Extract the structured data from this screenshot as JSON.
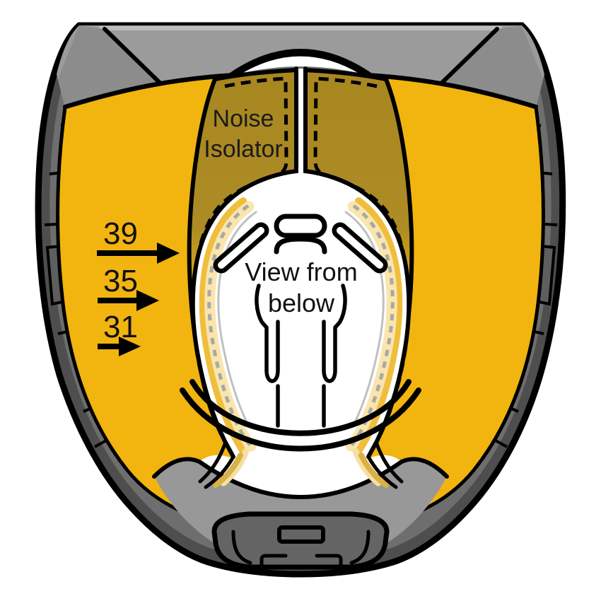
{
  "figure": {
    "name": "helmet-noise-isolator-bottom-view-diagram",
    "labels": {
      "noise_line1": "Noise",
      "noise_line2": "Isolator",
      "view_line1": "View from",
      "view_line2": "below"
    },
    "size_markers": [
      {
        "value": "39"
      },
      {
        "value": "35"
      },
      {
        "value": "31"
      }
    ],
    "colors": {
      "background": "#FFFFFF",
      "padding_yellow": "#F2B40F",
      "isolator_olive": "#AE8B22",
      "shell_top_gray": "#9B9B9B",
      "shell_rim_gray": "#6E6E6E",
      "shell_dark": "#4E4E4E",
      "chin_gray": "#989898",
      "chin_bar_gray": "#646464",
      "trim_cream": "#FAE5AC",
      "trim_gold": "#EFBE3D",
      "piping_gray": "#A8A8A8",
      "outline": "#000000",
      "text_dark": "#1B1B1B"
    }
  }
}
